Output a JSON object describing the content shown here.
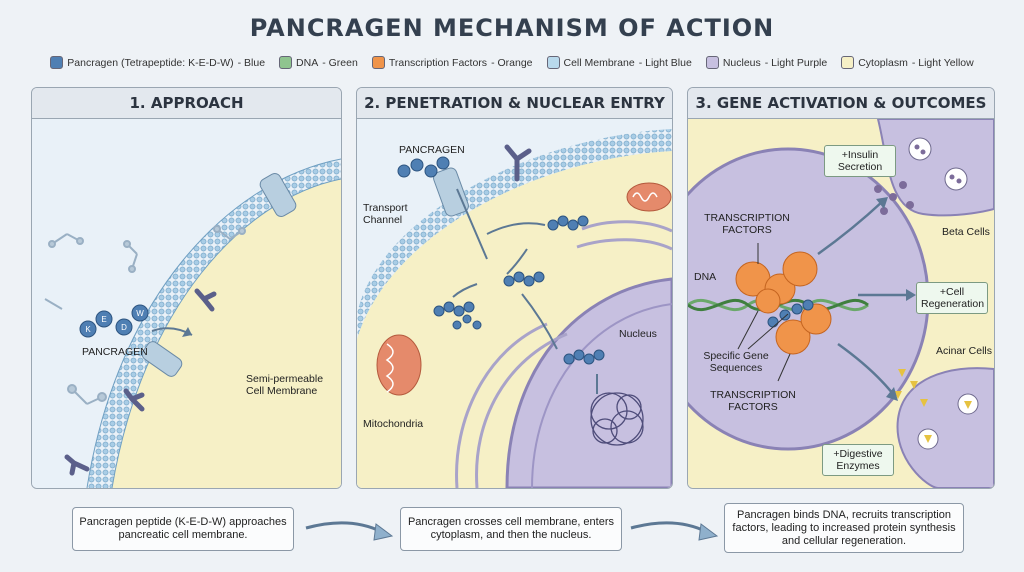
{
  "title": "PANCRAGEN MECHANISM OF ACTION",
  "legend": [
    {
      "label": "Pancragen (Tetrapeptide: K-E-D-W)",
      "suffix": " - Blue",
      "color": "#4f7fb3"
    },
    {
      "label": "DNA",
      "suffix": " - Green",
      "color": "#8fc48f"
    },
    {
      "label": "Transcription Factors",
      "suffix": " - Orange",
      "color": "#f0944a"
    },
    {
      "label": "Cell Membrane",
      "suffix": " - Light Blue",
      "color": "#b9d9ec"
    },
    {
      "label": "Nucleus",
      "suffix": " - Light Purple",
      "color": "#c7c0e0"
    },
    {
      "label": "Cytoplasm",
      "suffix": " - Light Yellow",
      "color": "#f6f0c6"
    }
  ],
  "panel1": {
    "heading": "1. APPROACH",
    "pancragen_label": "PANCRAGEN",
    "membrane_label": "Semi-permeable Cell Membrane",
    "peptide_letters": [
      "K",
      "E",
      "D",
      "W"
    ]
  },
  "panel2": {
    "heading": "2. PENETRATION & NUCLEAR ENTRY",
    "pancragen_label": "PANCRAGEN",
    "channel_label": "Transport Channel",
    "nucleus_label": "Nucleus",
    "mito_label": "Mitochondria"
  },
  "panel3": {
    "heading": "3. GENE ACTIVATION & OUTCOMES",
    "tf_label_top": "TRANSCRIPTION FACTORS",
    "tf_label_bottom": "TRANSCRIPTION FACTORS",
    "dna_label": "DNA",
    "gene_label": "Specific Gene Sequences",
    "insulin": "+Insulin Secretion",
    "regen": "+Cell Regeneration",
    "enzymes": "+Digestive Enzymes",
    "beta": "Beta Cells",
    "acinar": "Acinar Cells"
  },
  "summaries": [
    "Pancragen peptide (K-E-D-W) approaches pancreatic cell membrane.",
    "Pancragen crosses cell membrane, enters cytoplasm, and then the nucleus.",
    "Pancragen binds DNA, recruits transcription factors, leading to increased protein synthesis and cellular regeneration."
  ]
}
